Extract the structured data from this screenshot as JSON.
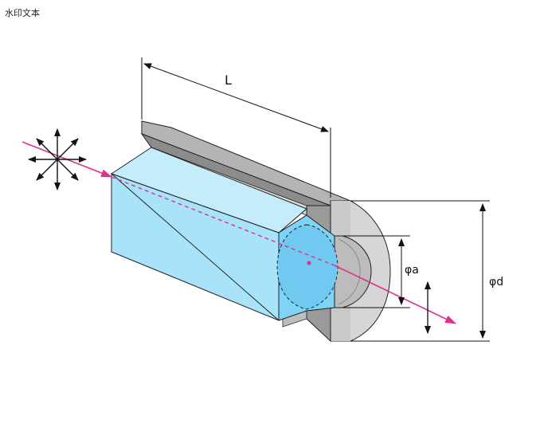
{
  "watermark": "水印文本",
  "labels": {
    "length": "L",
    "aperture": "φa",
    "diameter": "φd"
  },
  "colors": {
    "crystal_face": "#7fd3f5",
    "crystal_side": "#a9e3fa",
    "crystal_top": "#c4ecfb",
    "housing_light": "#d6d6d6",
    "housing_mid": "#b8b8b8",
    "housing_dark": "#8e8e8e",
    "beam": "#e0308f",
    "outline": "#222222"
  },
  "icons": {
    "unpolarized_light": "star-arrows-icon",
    "polarization_direction": "double-arrow-icon"
  }
}
